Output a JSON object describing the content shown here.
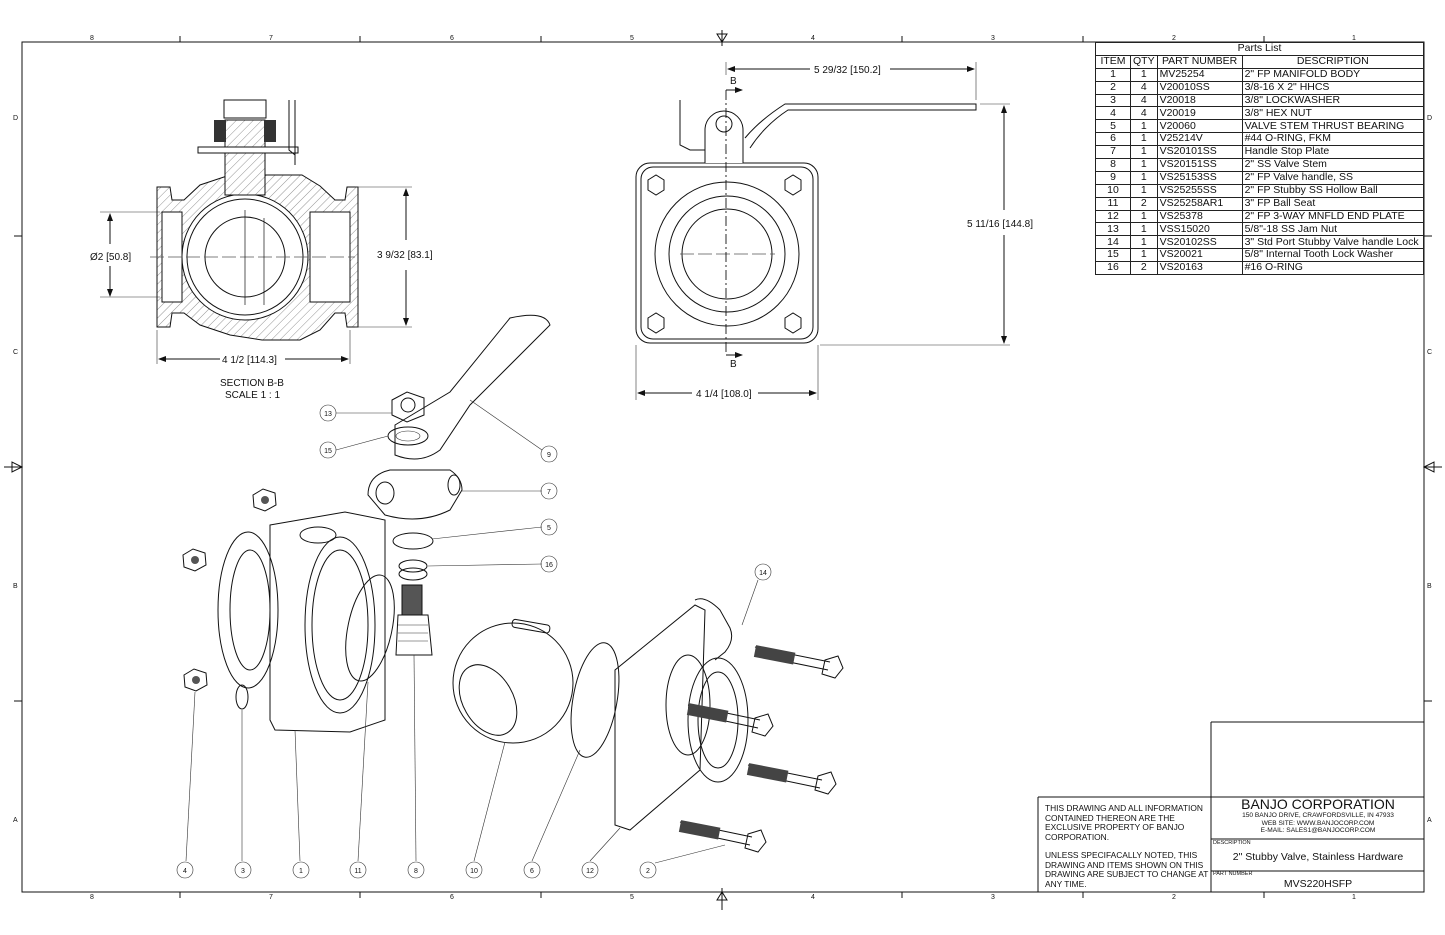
{
  "border": {
    "zones_top": [
      "8",
      "7",
      "6",
      "5",
      "4",
      "3",
      "2",
      "1"
    ],
    "zones_bottom": [
      "8",
      "7",
      "6",
      "5",
      "4",
      "3",
      "2",
      "1"
    ],
    "zones_side": [
      "D",
      "C",
      "B",
      "A"
    ]
  },
  "section_view": {
    "title": "SECTION B-B",
    "scale": "SCALE 1 : 1",
    "dims": {
      "bore": "Ø2 [50.8]",
      "height": "3 9/32 [83.1]",
      "width": "4 1/2 [114.3]"
    }
  },
  "front_view": {
    "section_marker": "B",
    "dims": {
      "handle_length": "5 29/32 [150.2]",
      "height": "5 11/16 [144.8]",
      "width": "4 1/4 [108.0]"
    }
  },
  "balloons": {
    "b13": "13",
    "b15": "15",
    "b9": "9",
    "b7": "7",
    "b5": "5",
    "b16": "16",
    "b14": "14",
    "b4": "4",
    "b3": "3",
    "b1": "1",
    "b11": "11",
    "b8": "8",
    "b10": "10",
    "b6": "6",
    "b12": "12",
    "b2": "2"
  },
  "parts_list": {
    "title": "Parts List",
    "headers": [
      "ITEM",
      "QTY",
      "PART NUMBER",
      "DESCRIPTION"
    ],
    "rows": [
      [
        "1",
        "1",
        "MV25254",
        "2\" FP MANIFOLD BODY"
      ],
      [
        "2",
        "4",
        "V20010SS",
        "3/8-16 X 2\" HHCS"
      ],
      [
        "3",
        "4",
        "V20018",
        "3/8\" LOCKWASHER"
      ],
      [
        "4",
        "4",
        "V20019",
        "3/8\" HEX NUT"
      ],
      [
        "5",
        "1",
        "V20060",
        "VALVE STEM THRUST BEARING"
      ],
      [
        "6",
        "1",
        "V25214V",
        "#44 O-RING, FKM"
      ],
      [
        "7",
        "1",
        "VS20101SS",
        "Handle Stop Plate"
      ],
      [
        "8",
        "1",
        "VS20151SS",
        "2\" SS Valve Stem"
      ],
      [
        "9",
        "1",
        "VS25153SS",
        "2\" FP Valve handle, SS"
      ],
      [
        "10",
        "1",
        "VS25255SS",
        "2\" FP Stubby SS Hollow Ball"
      ],
      [
        "11",
        "2",
        "VS25258AR1",
        "3\" FP Ball Seat"
      ],
      [
        "12",
        "1",
        "VS25378",
        "2\" FP 3-WAY MNFLD END PLATE"
      ],
      [
        "13",
        "1",
        "VSS15020",
        "5/8\"-18 SS Jam Nut"
      ],
      [
        "14",
        "1",
        "VS20102SS",
        "3\" Std Port Stubby Valve handle Lock"
      ],
      [
        "15",
        "1",
        "VS20021",
        "5/8\" Internal Tooth Lock Washer"
      ],
      [
        "16",
        "2",
        "VS20163",
        "#16 O-RING"
      ]
    ]
  },
  "title_block": {
    "notice_1": "THIS DRAWING AND ALL INFORMATION CONTAINED THEREON ARE THE EXCLUSIVE PROPERTY OF BANJO CORPORATION.",
    "notice_2": "UNLESS SPECIFACALLY NOTED, THIS DRAWING AND ITEMS SHOWN ON THIS DRAWING ARE SUBJECT TO CHANGE AT ANY TIME.",
    "company": "BANJO CORPORATION",
    "address": "150 BANJO DRIVE, CRAWFORDSVILLE, IN 47933",
    "website": "WEB SITE: WWW.BANJOCORP.COM",
    "email": "E-MAIL: SALES1@BANJOCORP.COM",
    "description_label": "DESCRIPTION",
    "description": "2\" Stubby Valve, Stainless Hardware",
    "part_number_label": "PART NUMBER",
    "part_number": "MVS220HSFP"
  }
}
